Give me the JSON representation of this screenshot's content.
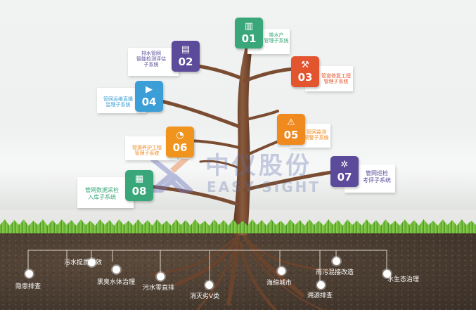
{
  "modules": [
    {
      "id": "m01",
      "num": "01",
      "text": "排水户\n管理子系统",
      "color": "#3aa77a",
      "icon": "factory-icon",
      "glyph": "▥"
    },
    {
      "id": "m02",
      "num": "02",
      "text": "排水管网\n智能检测评估\n子系统",
      "color": "#5b4b9a",
      "icon": "chart-icon",
      "glyph": "▤"
    },
    {
      "id": "m03",
      "num": "03",
      "text": "管道修复工程\n管理子系统",
      "color": "#e2552e",
      "icon": "pipe-repair-icon",
      "glyph": "⚒"
    },
    {
      "id": "m04",
      "num": "04",
      "text": "管网运维直播\n监理子系统",
      "color": "#3b9ed6",
      "icon": "video-icon",
      "glyph": "▶"
    },
    {
      "id": "m05",
      "num": "05",
      "text": "管网监测\n预警子系统",
      "color": "#f08a1f",
      "icon": "warning-icon",
      "glyph": "⚠"
    },
    {
      "id": "m06",
      "num": "06",
      "text": "管源养护工程\n管理子系统",
      "color": "#f0941e",
      "icon": "pie-chart-icon",
      "glyph": "◔"
    },
    {
      "id": "m07",
      "num": "07",
      "text": "管网巡检\n考评子系统",
      "color": "#5b4b9a",
      "icon": "fan-icon",
      "glyph": "✲"
    },
    {
      "id": "m08",
      "num": "08",
      "text": "管网数据采检\n入库子系统",
      "color": "#3aa77a",
      "icon": "database-icon",
      "glyph": "▦"
    }
  ],
  "watermark": {
    "cn": "中仪股份",
    "en": "EASY-SIGHT"
  },
  "roots": [
    "隐患排查",
    "污水提质增效",
    "黑臭水体治理",
    "污水零直排",
    "消灭劣V类",
    "海绵城市",
    "雨污混接改造",
    "溯源排查",
    "水生态治理"
  ]
}
